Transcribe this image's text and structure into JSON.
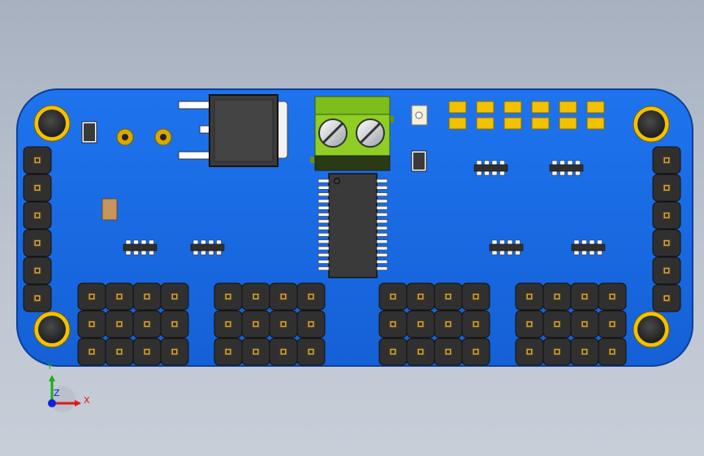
{
  "scene": {
    "title": "",
    "colors": {
      "board": "#1a6be0",
      "board_edge": "#0d3f9a",
      "header_body": "#2e2e2e",
      "pin": "#c8a24a",
      "pad_gold": "#f2c200",
      "terminal_green": "#7dbd1c",
      "ic_body": "#3a3a3a",
      "capacitor_tan": "#c8955c"
    }
  },
  "triad": {
    "x_label": "X",
    "y_label": "Y",
    "z_label": "Z",
    "x_color": "#e01818",
    "y_color": "#18b018",
    "z_color": "#1020e0"
  },
  "components": {
    "mounting_holes": 4,
    "left_header_pins": 6,
    "right_header_pins": 6,
    "servo_header_groups": 4,
    "servo_columns_per_group": 4,
    "servo_rows": 3,
    "smd_pads": 12,
    "ic_pins_per_side": 14,
    "resistor_arrays": 6
  }
}
